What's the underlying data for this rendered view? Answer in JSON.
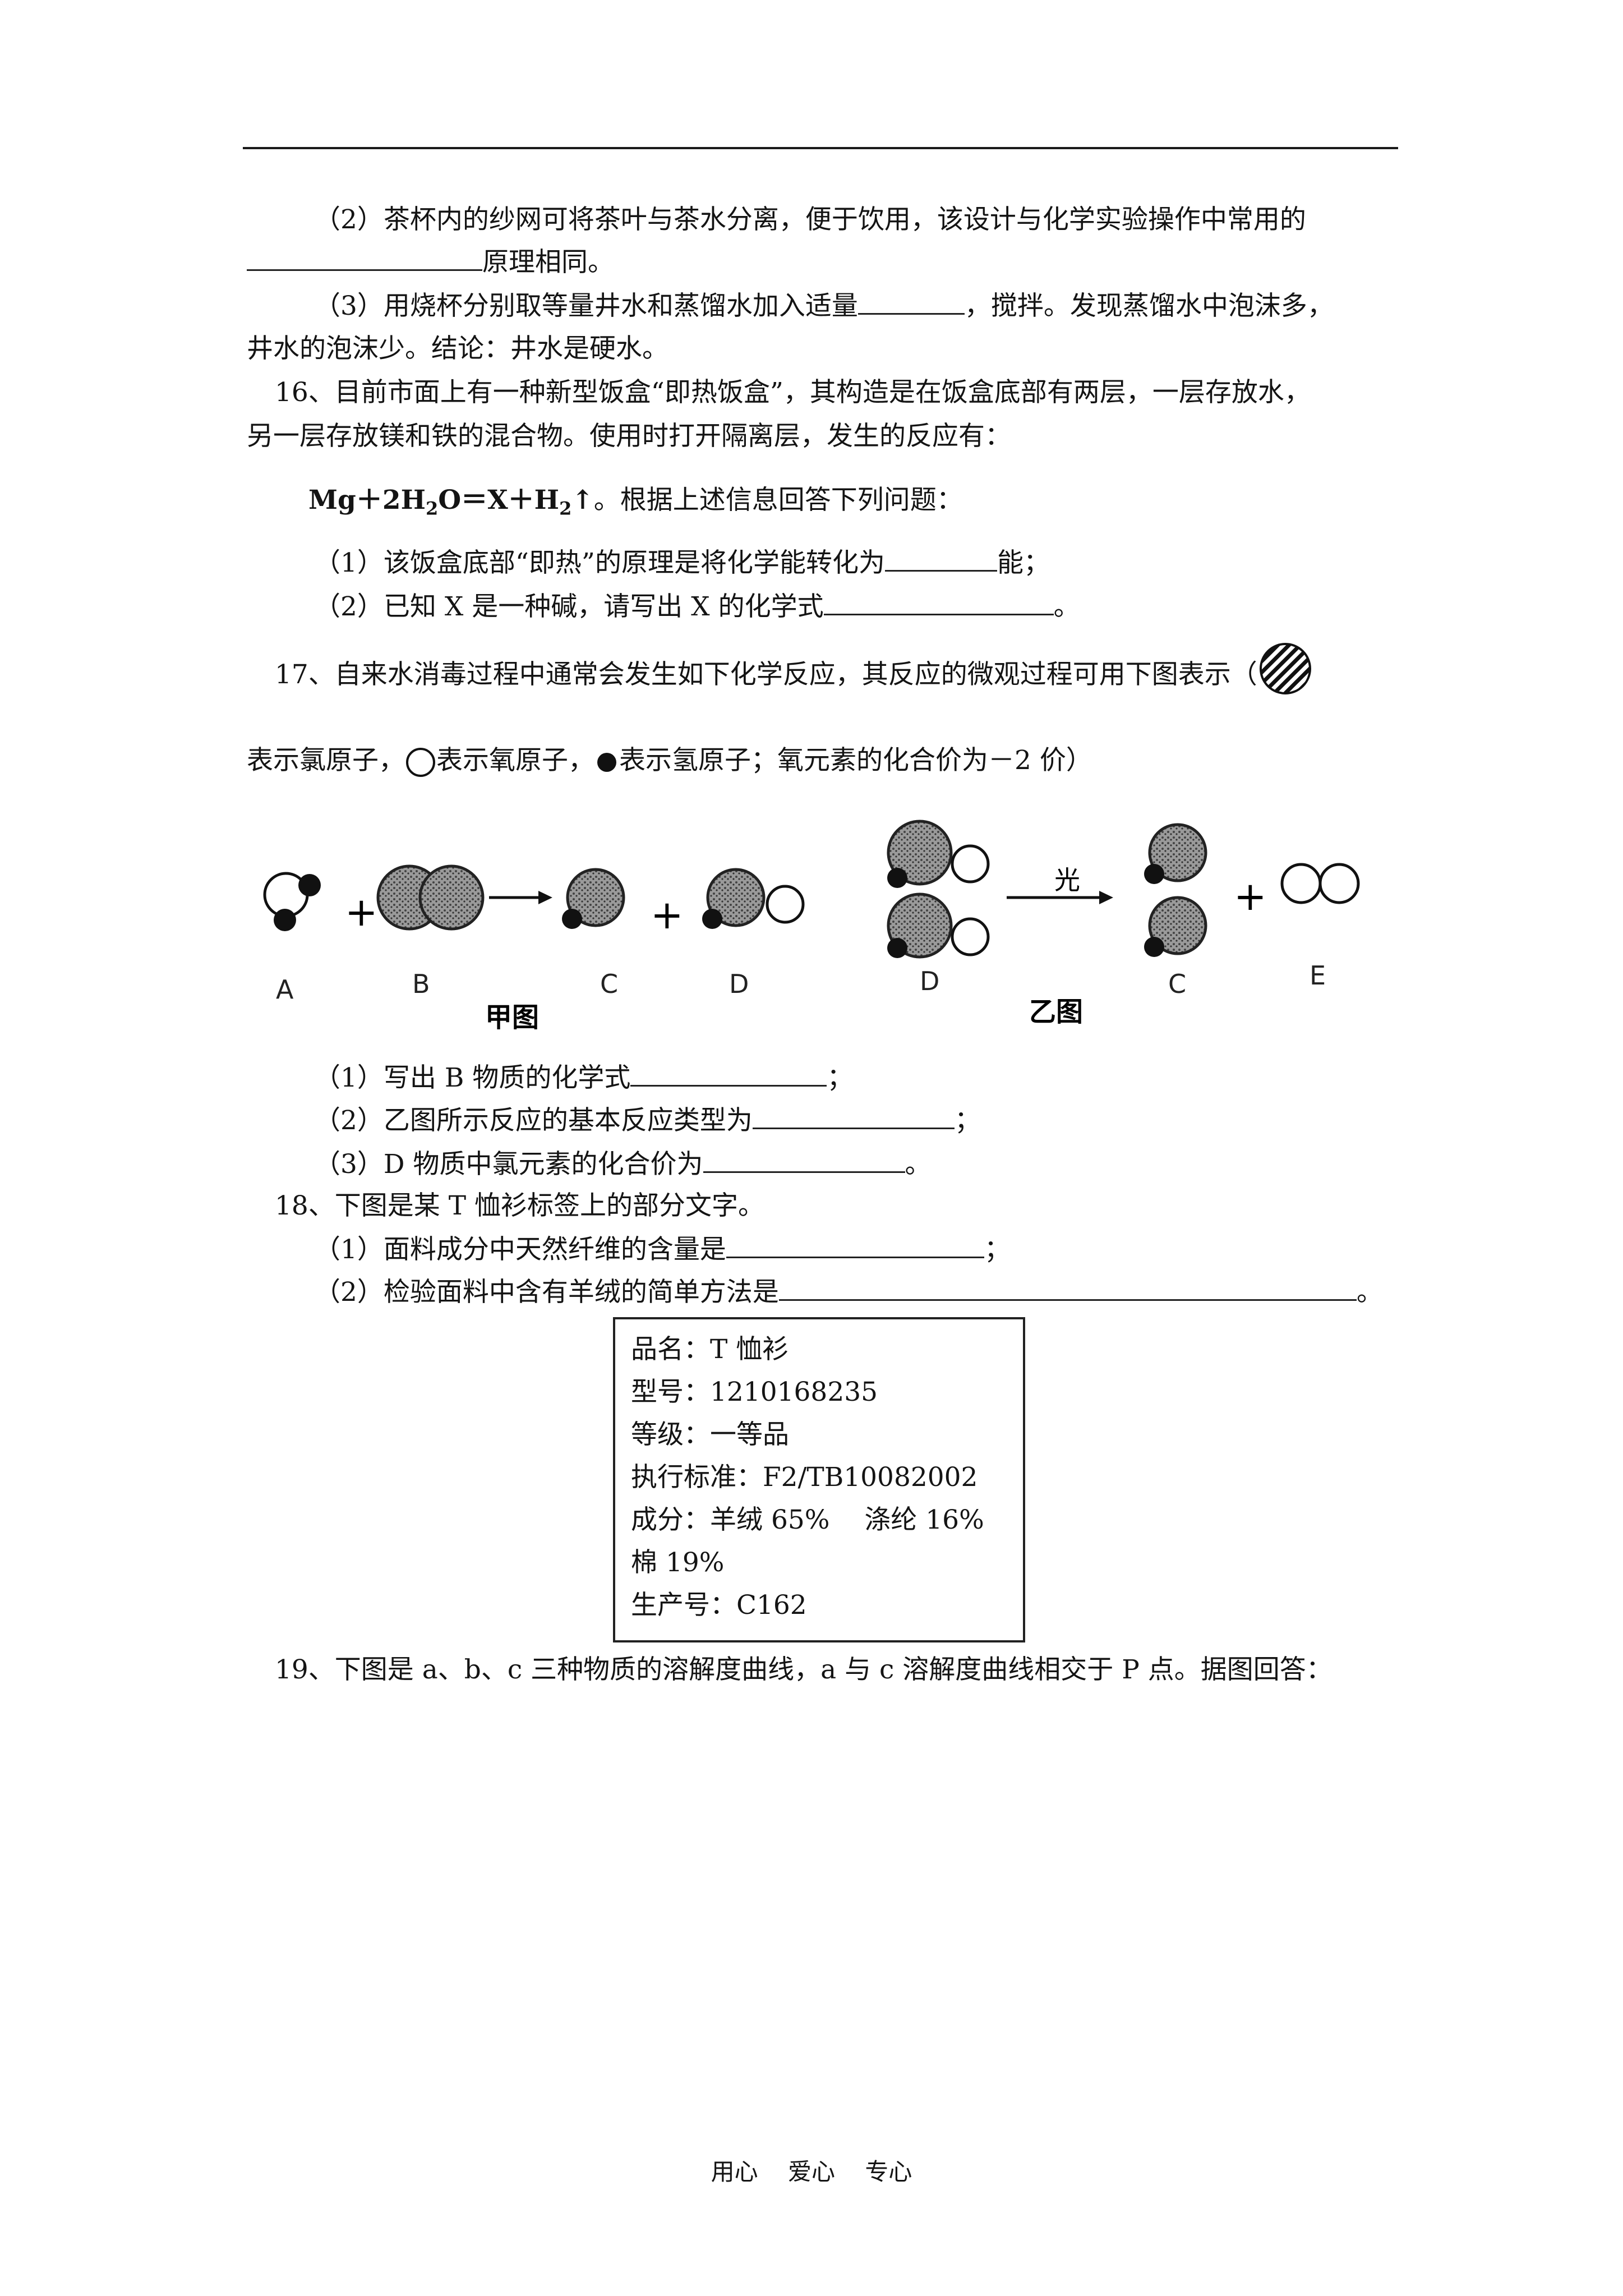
{
  "q15": {
    "p2a": "（2）茶杯内的纱网可将茶叶与茶水分离，便于饮用，该设计与化学实验操作中常用的",
    "p2b": "原理相同。",
    "p3a": "（3）用烧杯分别取等量井水和蒸馏水加入适量",
    "p3b": "，搅拌。发现蒸馏水中泡沫多，",
    "p3c": "井水的泡沫少。结论：井水是硬水。"
  },
  "q16": {
    "line1": "16、目前市面上有一种新型饭盒“即热饭盒”，其构造是在饭盒底部有两层，一层存放水，",
    "line2": "另一层存放镁和铁的混合物。使用时打开隔离层，发生的反应有：",
    "formula_left": "Mg＋2H",
    "formula_sub1": "2",
    "formula_mid": "O＝X＋H",
    "formula_sub2": "2",
    "formula_arrow": "↑",
    "formula_tail": "。根据上述信息回答下列问题：",
    "s1a": "（1）该饭盒底部“即热”的原理是将化学能转化为",
    "s1b": "能；",
    "s2a": "（2）已知 X 是一种碱，请写出 X 的化学式",
    "s2b": "。"
  },
  "q17": {
    "line1": "17、自来水消毒过程中通常会发生如下化学反应，其反应的微观过程可用下图表示（",
    "line2": "表示氯原子，",
    "line2b": "表示氧原子，",
    "line2c": "表示氢原子；氧元素的化合价为－2 价）",
    "labels": [
      "A",
      "B",
      "C",
      "D",
      "D",
      "C",
      "E"
    ],
    "jia": "甲图",
    "yi": "乙图",
    "light": "光",
    "s1a": "（1）写出 B 物质的化学式",
    "s1b": "；",
    "s2a": "（2）乙图所示反应的基本反应类型为",
    "s2b": "；",
    "s3a": "（3）D 物质中氯元素的化合价为",
    "s3b": "。"
  },
  "q18": {
    "line1": "18、下图是某 T 恤衫标签上的部分文字。",
    "s1a": "（1）面料成分中天然纤维的含量是",
    "s1b": "；",
    "s2a": "（2）检验面料中含有羊绒的简单方法是",
    "s2b": "。",
    "tag": [
      "品名：T 恤衫",
      "型号：1210168235",
      "等级：一等品",
      "执行标准：F2/TB10082002",
      "成分：羊绒 65%　 涤纶 16%",
      "棉 19%",
      "生产号：C162"
    ]
  },
  "q19": {
    "line1": "19、下图是 a、b、c 三种物质的溶解度曲线，a 与 c 溶解度曲线相交于 P 点。据图回答："
  },
  "footer": [
    "用心",
    "爱心",
    "专心"
  ]
}
